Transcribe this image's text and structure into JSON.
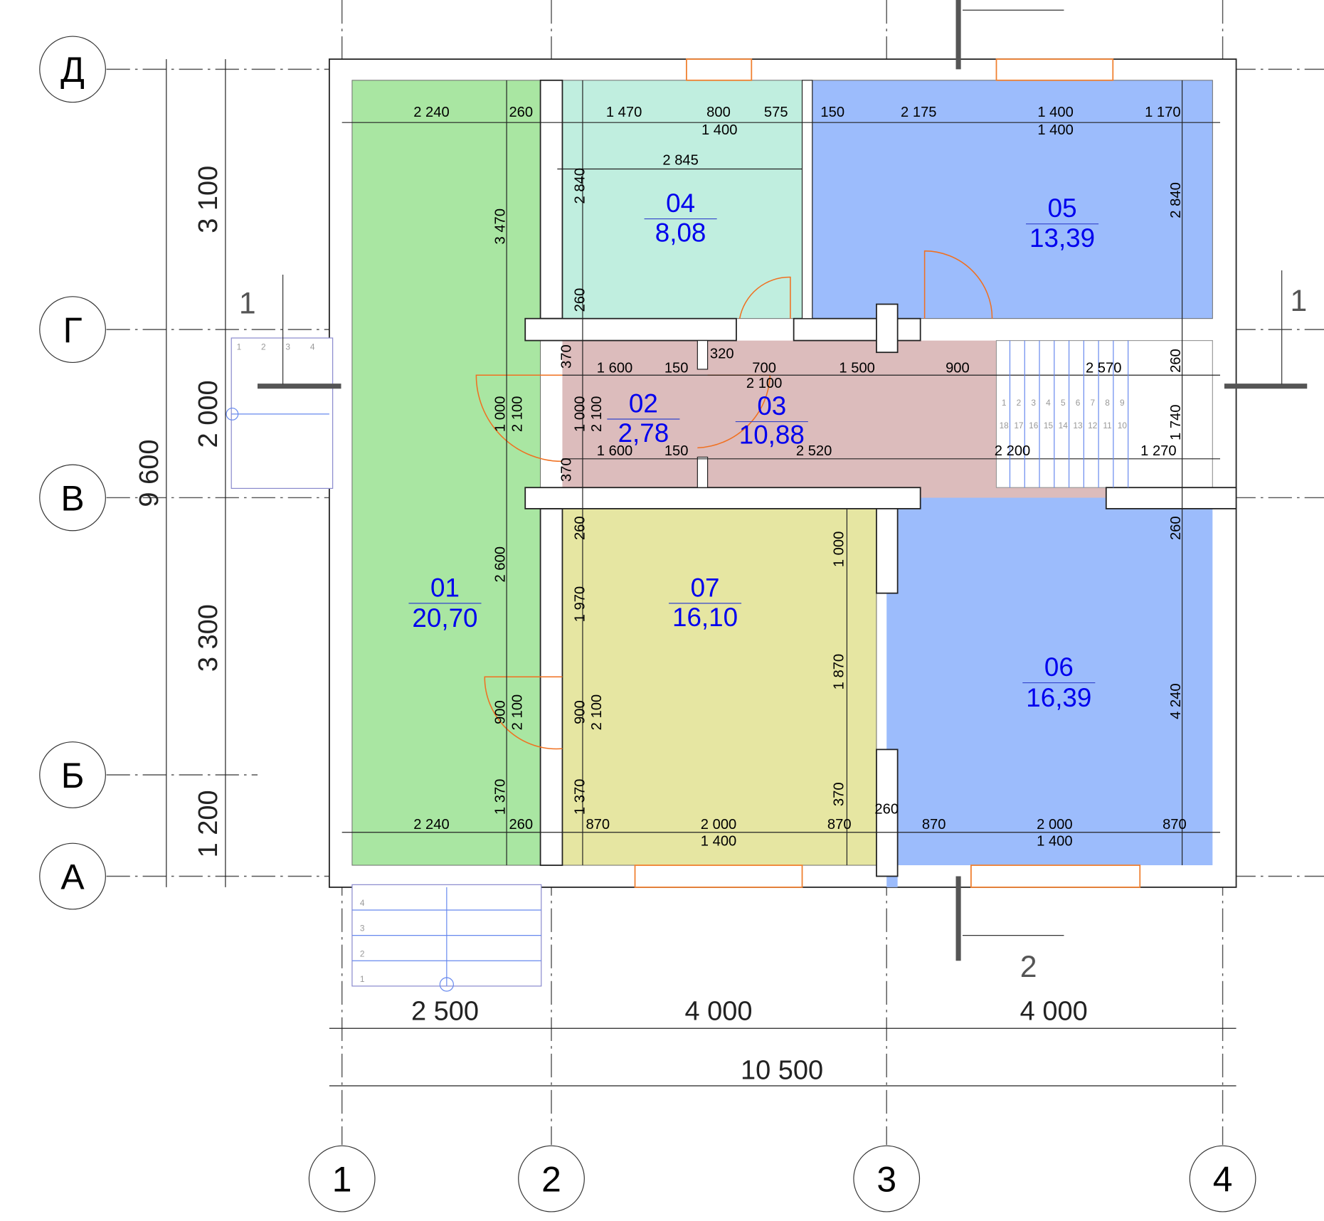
{
  "axes": {
    "rows": [
      "Д",
      "Г",
      "В",
      "Б",
      "А"
    ],
    "columns": [
      "1",
      "2",
      "3",
      "4"
    ]
  },
  "rooms": [
    {
      "number": "01",
      "area": "20,70"
    },
    {
      "number": "02",
      "area": "2,78"
    },
    {
      "number": "03",
      "area": "10,88"
    },
    {
      "number": "04",
      "area": "8,08"
    },
    {
      "number": "05",
      "area": "13,39"
    },
    {
      "number": "06",
      "area": "16,39"
    },
    {
      "number": "07",
      "area": "16,10"
    }
  ],
  "colors": {
    "room01": "#a9e6a2",
    "room02_03": "#dcbcbc",
    "room04": "#c0eedf",
    "room05_06": "#9cbcfc",
    "room07": "#e6e6a2",
    "room_label": "#0000ee",
    "door": "#f07020"
  },
  "overall_dims": {
    "col_1_2": "2 500",
    "col_2_3": "4 000",
    "col_3_4": "4 000",
    "total_width": "10 500",
    "row_D_G": "3 100",
    "row_G_V": "2 000",
    "row_V_B": "3 300",
    "row_B_A": "1 200",
    "total_height": "9 600"
  },
  "section_marks": [
    "1",
    "1",
    "2"
  ],
  "dimensions": [
    "2 240",
    "260",
    "1 470",
    "800",
    "575",
    "150",
    "2 175",
    "1 400",
    "1 170",
    "1 400",
    "1 400",
    "2 845",
    "2 840",
    "3 470",
    "260",
    "2 840",
    "370",
    "1 000",
    "2 100",
    "1 000",
    "2 100",
    "370",
    "260",
    "1 740",
    "2 600",
    "260",
    "1 970",
    "1 000",
    "1 870",
    "900",
    "2 100",
    "900",
    "2 100",
    "1 370",
    "1 370",
    "370",
    "260",
    "4 240",
    "320",
    "1 600",
    "150",
    "700",
    "1 500",
    "900",
    "2 570",
    "2 100",
    "1 600",
    "150",
    "2 520",
    "2 200",
    "1 270",
    "2 240",
    "260",
    "870",
    "2 000",
    "870",
    "870",
    "2 000",
    "870",
    "1 400",
    "1 400",
    "260"
  ],
  "stair_numbers": {
    "left": [
      "1",
      "2",
      "3",
      "4"
    ],
    "bottom": [
      "1",
      "2",
      "3",
      "4"
    ],
    "right": [
      "1",
      "2",
      "3",
      "4",
      "5",
      "6",
      "7",
      "8",
      "9",
      "18",
      "17",
      "16",
      "15",
      "14",
      "13",
      "12",
      "11",
      "10"
    ]
  }
}
